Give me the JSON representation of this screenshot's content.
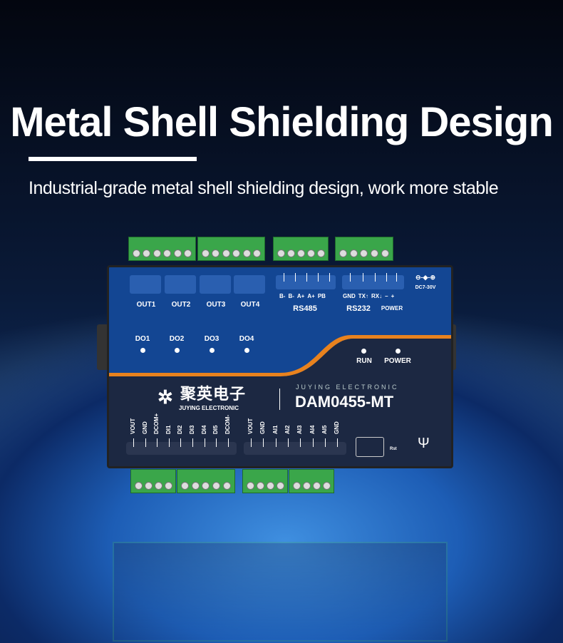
{
  "headline": "Metal Shell Shielding Design",
  "subheadline": "Industrial-grade metal shell shielding design, work more stable",
  "device": {
    "relays": [
      "OUT1",
      "OUT2",
      "OUT3",
      "OUT4"
    ],
    "rs485_pins": [
      "B-",
      "B-",
      "A+",
      "A+",
      "PB"
    ],
    "rs485_label": "RS485",
    "rs232_pins": [
      "GND",
      "TX↑",
      "RX↓",
      "–",
      "+"
    ],
    "rs232_label": "RS232",
    "power_label": "POWER",
    "dc_label": "DC7-30V",
    "do_leds": [
      "DO1",
      "DO2",
      "DO3",
      "DO4"
    ],
    "status_leds": [
      "RUN",
      "POWER"
    ],
    "brand_cn": "聚英电子",
    "brand_en": "JUYING ELECTRONIC",
    "brand_en_spaced": "JUYING ELECTRONIC",
    "model": "DAM0455-MT",
    "di_pins": [
      "VOUT",
      "GND",
      "DCOM+",
      "DI1",
      "DI2",
      "DI3",
      "DI4",
      "DI5",
      "DCOM-"
    ],
    "ai_pins": [
      "VOUT",
      "GND",
      "AI1",
      "AI2",
      "AI3",
      "AI4",
      "AI5",
      "GND"
    ],
    "rst_label": "Rst"
  },
  "colors": {
    "accent": "#e8821e",
    "panel": "#134693",
    "body": "#1c2842"
  }
}
